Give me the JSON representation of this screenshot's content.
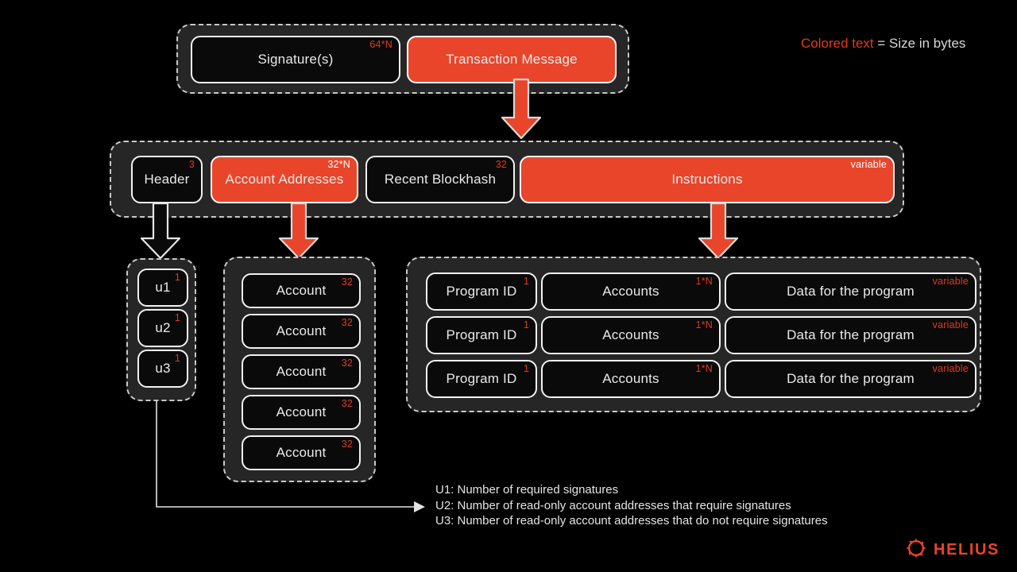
{
  "legend": {
    "top_colored": "Colored text",
    "top_rest": " = Size in bytes",
    "notes": [
      "U1: Number of required signatures",
      "U2: Number of read-only account addresses that require signatures",
      "U3: Number of read-only account addresses that do not require signatures"
    ]
  },
  "colors": {
    "accent": "#e8452a",
    "size_label": "#e03a1c",
    "group_fill": "#262626",
    "cell_fill": "#0a0a0a",
    "background": "#000000",
    "outline": "#f2f2f2"
  },
  "transaction": {
    "cells": [
      {
        "label": "Signature(s)",
        "size": "64*N",
        "highlight": false
      },
      {
        "label": "Transaction Message",
        "size": "",
        "highlight": true
      }
    ]
  },
  "message": {
    "cells": [
      {
        "label": "Header",
        "size": "3",
        "highlight": false
      },
      {
        "label": "Account Addresses",
        "size": "32*N",
        "highlight": true
      },
      {
        "label": "Recent Blockhash",
        "size": "32",
        "highlight": false
      },
      {
        "label": "Instructions",
        "size": "variable",
        "highlight": true
      }
    ]
  },
  "header_detail": {
    "cells": [
      {
        "label": "u1",
        "size": "1",
        "highlight": false
      },
      {
        "label": "u2",
        "size": "1",
        "highlight": false
      },
      {
        "label": "u3",
        "size": "1",
        "highlight": false
      }
    ]
  },
  "accounts_detail": {
    "cells": [
      {
        "label": "Account",
        "size": "32",
        "highlight": false
      },
      {
        "label": "Account",
        "size": "32",
        "highlight": false
      },
      {
        "label": "Account",
        "size": "32",
        "highlight": false
      },
      {
        "label": "Account",
        "size": "32",
        "highlight": false
      },
      {
        "label": "Account",
        "size": "32",
        "highlight": false
      }
    ]
  },
  "instructions_detail": {
    "rows": [
      [
        {
          "label": "Program ID",
          "size": "1",
          "highlight": false
        },
        {
          "label": "Accounts",
          "size": "1*N",
          "highlight": false
        },
        {
          "label": "Data for the program",
          "size": "variable",
          "highlight": false
        }
      ],
      [
        {
          "label": "Program ID",
          "size": "1",
          "highlight": false
        },
        {
          "label": "Accounts",
          "size": "1*N",
          "highlight": false
        },
        {
          "label": "Data for the program",
          "size": "variable",
          "highlight": false
        }
      ],
      [
        {
          "label": "Program ID",
          "size": "1",
          "highlight": false
        },
        {
          "label": "Accounts",
          "size": "1*N",
          "highlight": false
        },
        {
          "label": "Data for the program",
          "size": "variable",
          "highlight": false
        }
      ]
    ]
  },
  "brand": {
    "name": "HELIUS"
  }
}
